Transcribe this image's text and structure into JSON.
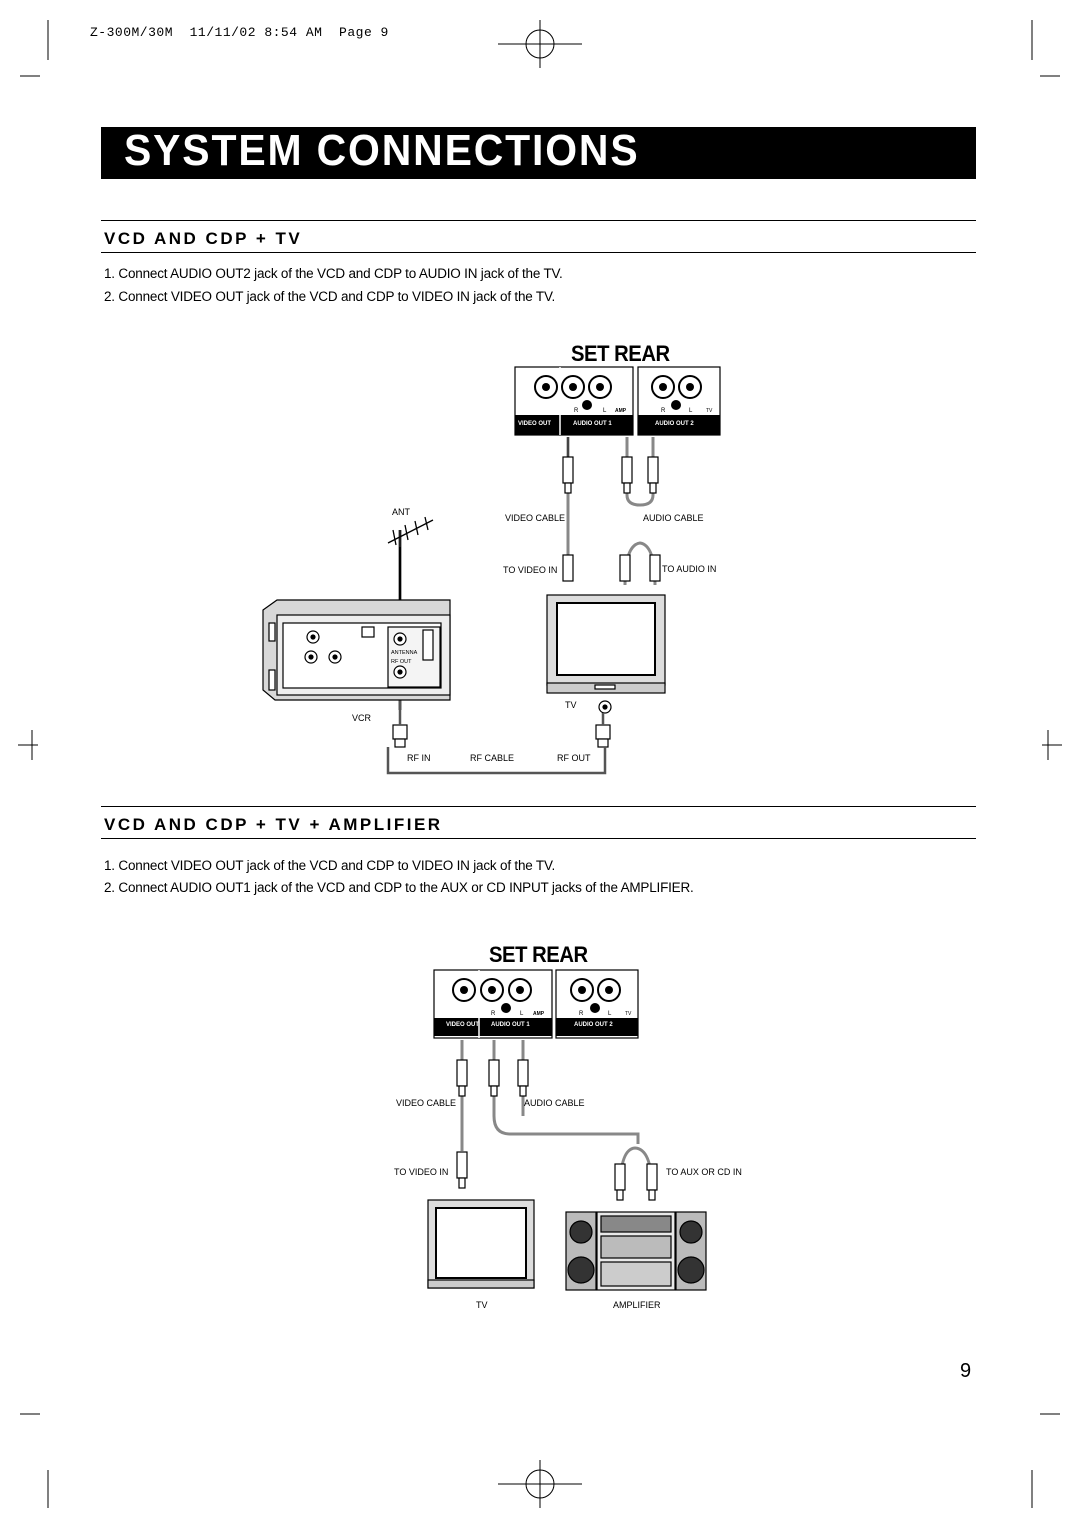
{
  "print_header": "Z-300M/30M  11/11/02 8:54 AM  Page 9",
  "title": "SYSTEM CONNECTIONS",
  "section1": {
    "title": "VCD AND CDP + TV",
    "steps": [
      "1. Connect AUDIO OUT2 jack of the VCD and CDP to AUDIO IN jack of the TV.",
      "2. Connect VIDEO OUT jack of the VCD and CDP to VIDEO IN jack of the TV."
    ],
    "diagram": {
      "set_rear": "SET REAR",
      "jack_labels": {
        "r": "R",
        "l": "L",
        "amp": "AMP",
        "tv": "TV",
        "video_out": "VIDEO OUT",
        "audio_out1": "AUDIO OUT 1",
        "audio_out2": "AUDIO OUT 2"
      },
      "ant": "ANT",
      "video_cable": "VIDEO CABLE",
      "audio_cable": "AUDIO CABLE",
      "to_video_in": "TO VIDEO IN",
      "to_audio_in": "TO AUDIO IN",
      "antenna": "ANTENNA",
      "rf_out_small": "RF OUT",
      "vcr": "VCR",
      "tv": "TV",
      "rf_in": "RF IN",
      "rf_cable": "RF CABLE",
      "rf_out": "RF OUT"
    }
  },
  "section2": {
    "title": "VCD AND CDP + TV + AMPLIFIER",
    "steps": [
      "1. Connect VIDEO OUT jack of the VCD and CDP to VIDEO IN jack of the TV.",
      "2. Connect AUDIO OUT1 jack of the VCD and CDP to the AUX or CD INPUT jacks of the AMPLIFIER."
    ],
    "diagram": {
      "set_rear": "SET REAR",
      "video_cable": "VIDEO CABLE",
      "audio_cable": "AUDIO CABLE",
      "to_video_in": "TO VIDEO IN",
      "to_aux": "TO AUX OR CD IN",
      "tv": "TV",
      "amplifier": "AMPLIFIER"
    }
  },
  "page_number": "9"
}
